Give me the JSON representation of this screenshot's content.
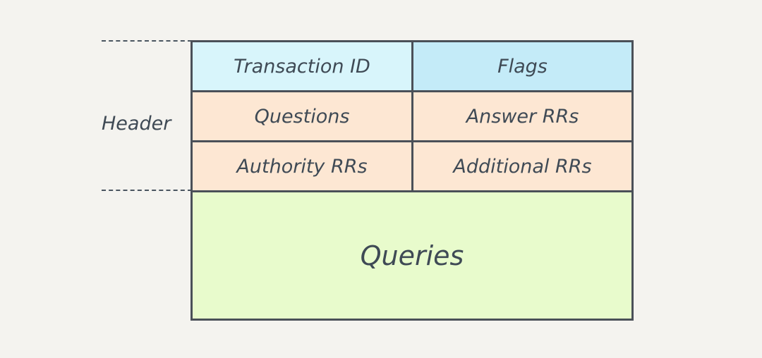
{
  "header_label": "Header",
  "fields": {
    "transaction_id": "Transaction ID",
    "flags": "Flags",
    "questions": "Questions",
    "answer_rrs": "Answer RRs",
    "authority_rrs": "Authority RRs",
    "additional_rrs": "Additional RRs",
    "queries": "Queries"
  },
  "colors": {
    "transaction_id_fill": "#d8f5fb",
    "flags_fill": "#c4ebf8",
    "count_fill": "#fde7d3",
    "queries_fill": "#e8fbcc",
    "border": "#4a5058"
  }
}
